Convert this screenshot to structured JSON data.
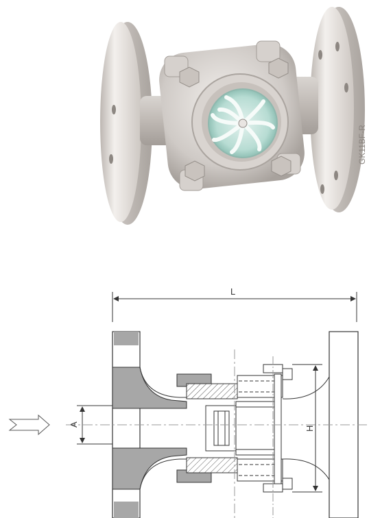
{
  "photo": {
    "body_marking": "GK11BF-R"
  },
  "drawing": {
    "dimension_labels": {
      "length": "L",
      "bore": "A",
      "height": "H"
    },
    "flow_direction": "left-to-right"
  },
  "colors": {
    "metal_light": "#ece9e6",
    "metal_mid": "#cfcac6",
    "metal_dark": "#9e9893",
    "glass": "#b9dcd3",
    "section_fill": "#a7a7a7",
    "line": "#333333",
    "centerline": "#9a9a9a"
  }
}
